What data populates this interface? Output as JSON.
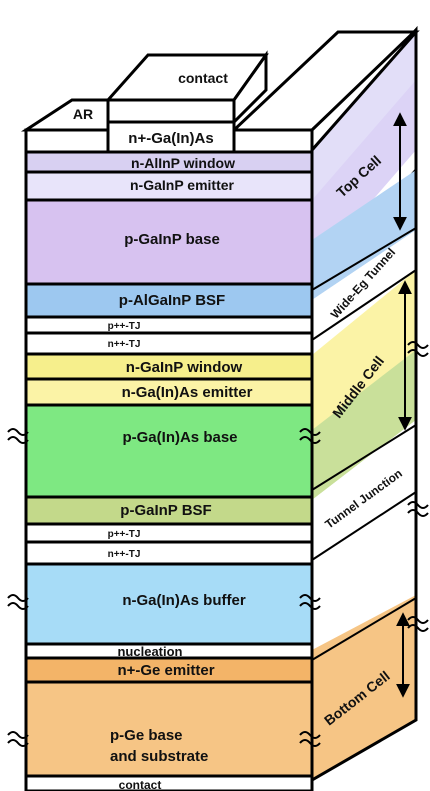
{
  "colors": {
    "white": "#ffffff",
    "window_lilac": "#d8d0f2",
    "emitter_lilac": "#e8e4fa",
    "base_purple": "#d7c2f0",
    "bsf_blue": "#9dc8f0",
    "yellow": "#f6ef8c",
    "yellow_light": "#fbf3a6",
    "green": "#7ee882",
    "olive": "#c3d98a",
    "buffer_blue": "#a7dcf7",
    "orange": "#f6c585",
    "orange_dark": "#f3b468",
    "outline": "#000000"
  },
  "labels": {
    "contact_top": "contact",
    "ar": "AR",
    "cap": "n+-Ga(In)As",
    "alinp_window": "n-AlInP window",
    "gainp_emitter": "n-GaInP emitter",
    "gainp_base": "p-GaInP base",
    "algainp_bsf": "p-AlGaInP BSF",
    "tj1_p": "p++-TJ",
    "tj1_n": "n++-TJ",
    "gainp_window": "n-GaInP window",
    "gaas_emitter": "n-Ga(In)As emitter",
    "gaas_base": "p-Ga(In)As base",
    "gainp_bsf": "p-GaInP BSF",
    "tj2_p": "p++-TJ",
    "tj2_n": "n++-TJ",
    "buffer": "n-Ga(In)As buffer",
    "nucleation": "nucleation",
    "ge_emitter": "n+-Ge emitter",
    "ge_base_1": "p-Ge base",
    "ge_base_2": "and substrate",
    "contact_bottom": "contact"
  },
  "side_labels": {
    "top_cell": "Top Cell",
    "wide_eg_tunnel": "Wide-Eg Tunnel",
    "middle_cell": "Middle Cell",
    "tunnel_junction": "Tunnel Junction",
    "bottom_cell": "Bottom Cell"
  },
  "icons": [
    "break-mark-icon",
    "double-arrow-icon"
  ]
}
